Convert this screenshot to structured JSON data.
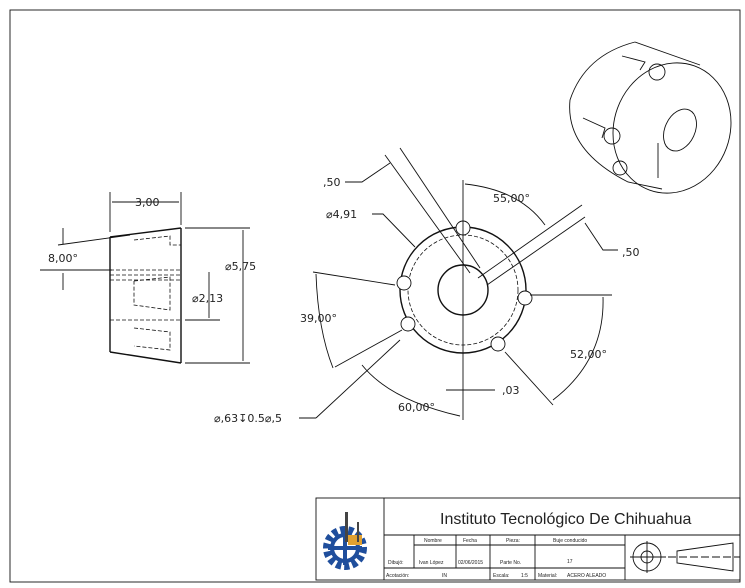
{
  "drawing": {
    "side_view": {
      "width_dim": "3,00",
      "taper_angle": "8,00°",
      "outer_diameter": "⌀5,75",
      "bore_diameter": "⌀2,13"
    },
    "front_view": {
      "slot_width_1": ",50",
      "slot_width_2": ",50",
      "pitch_diameter": "⌀4,91",
      "angle_55": "55,00°",
      "angle_39": "39,00°",
      "angle_52": "52,00°",
      "angle_60": "60,00°",
      "offset": ",03",
      "hole_callout": "⌀,63↧0.5⌀,5"
    }
  },
  "title_block": {
    "institution": "Instituto Tecnológico De Chihuahua",
    "logo_colors": {
      "gear": "#1f4e9c",
      "factory": "#e0a030"
    },
    "headers": {
      "nombre": "Nombre",
      "fecha": "Fecha",
      "pieza": "Pieza:"
    },
    "pieza_value": "Buje conducido",
    "dibujo_label": "Dibujó:",
    "dibujo_name": "Ivan López",
    "dibujo_date": "02/06/2015",
    "parte_label": "Parte No.",
    "parte_value": "17",
    "acotacion_label": "Acotación:",
    "acotacion_value": "IN",
    "escala_label": "Escala:",
    "escala_value": "1:5",
    "material_label": "Material:",
    "material_value": "ACERO ALEADO"
  }
}
